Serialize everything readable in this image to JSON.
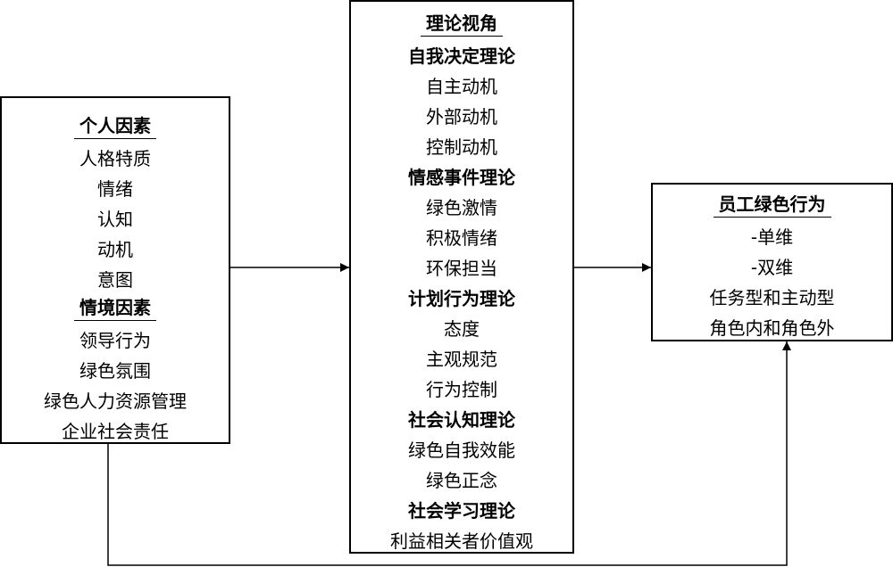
{
  "personal": {
    "title": "个人因素",
    "items": [
      "人格特质",
      "情绪",
      "认知",
      "动机",
      "意图"
    ]
  },
  "situational": {
    "title": "情境因素",
    "items": [
      "领导行为",
      "绿色氛围",
      "绿色人力资源管理",
      "企业社会责任"
    ]
  },
  "theory": {
    "title": "理论视角",
    "groups": [
      {
        "name": "自我决定理论",
        "items": [
          "自主动机",
          "外部动机",
          "控制动机"
        ]
      },
      {
        "name": "情感事件理论",
        "items": [
          "绿色激情",
          "积极情绪",
          "环保担当"
        ]
      },
      {
        "name": "计划行为理论",
        "items": [
          "态度",
          "主观规范",
          "行为控制"
        ]
      },
      {
        "name": "社会认知理论",
        "items": [
          "绿色自我效能",
          "绿色正念"
        ]
      },
      {
        "name": "社会学习理论",
        "items": [
          "利益相关者价值观"
        ]
      }
    ]
  },
  "outcome": {
    "title": "员工绿色行为",
    "items": [
      "-单维",
      "-双维",
      "任务型和主动型",
      "角色内和角色外"
    ]
  }
}
